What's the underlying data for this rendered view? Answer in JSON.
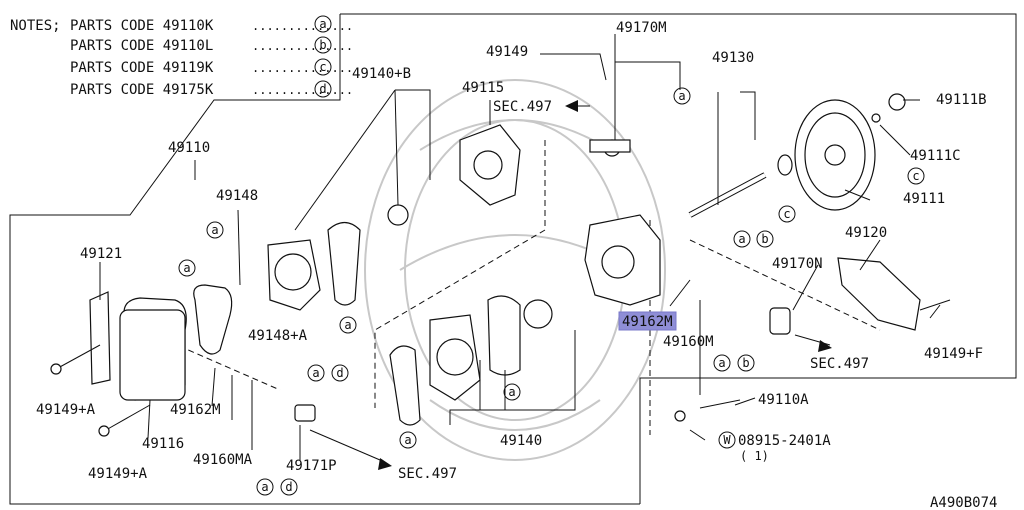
{
  "notes": {
    "title": "NOTES;",
    "items": [
      {
        "text": "PARTS CODE 49110K",
        "dots": "..............",
        "marker": "a"
      },
      {
        "text": "PARTS CODE 49110L",
        "dots": "..............",
        "marker": "b"
      },
      {
        "text": "PARTS CODE 49119K",
        "dots": "..............",
        "marker": "c"
      },
      {
        "text": "PARTS CODE 49175K",
        "dots": "..............",
        "marker": "d"
      }
    ]
  },
  "labels": {
    "p49170M": "49170M",
    "p49149": "49149",
    "p49130": "49130",
    "p49140B": "49140+B",
    "p49115": "49115",
    "sec497_top": "SEC.497",
    "p49111B": "49111B",
    "p49110": "49110",
    "p49111C": "49111C",
    "p49148": "49148",
    "p49111": "49111",
    "p49121": "49121",
    "p49120": "49120",
    "p49170N": "49170N",
    "p49148A": "49148+A",
    "p49162M_hl": "49162M",
    "p49160M_r": "49160M",
    "p49149F": "49149+F",
    "sec497_right": "SEC.497",
    "p49149A_1": "49149+A",
    "p49162M_l": "49162M",
    "p49116": "49116",
    "p49110A": "49110A",
    "p49160MA": "49160MA",
    "p49171P": "49171P",
    "p49140": "49140",
    "washer_code": "08915-2401A",
    "washer_marker": "W",
    "washer_qty": "( 1)",
    "p49149A_2": "49149+A",
    "sec497_bottom": "SEC.497",
    "diagram_id": "A490B074"
  },
  "markers": {
    "a": "a",
    "b": "b",
    "c": "c",
    "d": "d"
  },
  "highlight_color": "#8f8ed6"
}
